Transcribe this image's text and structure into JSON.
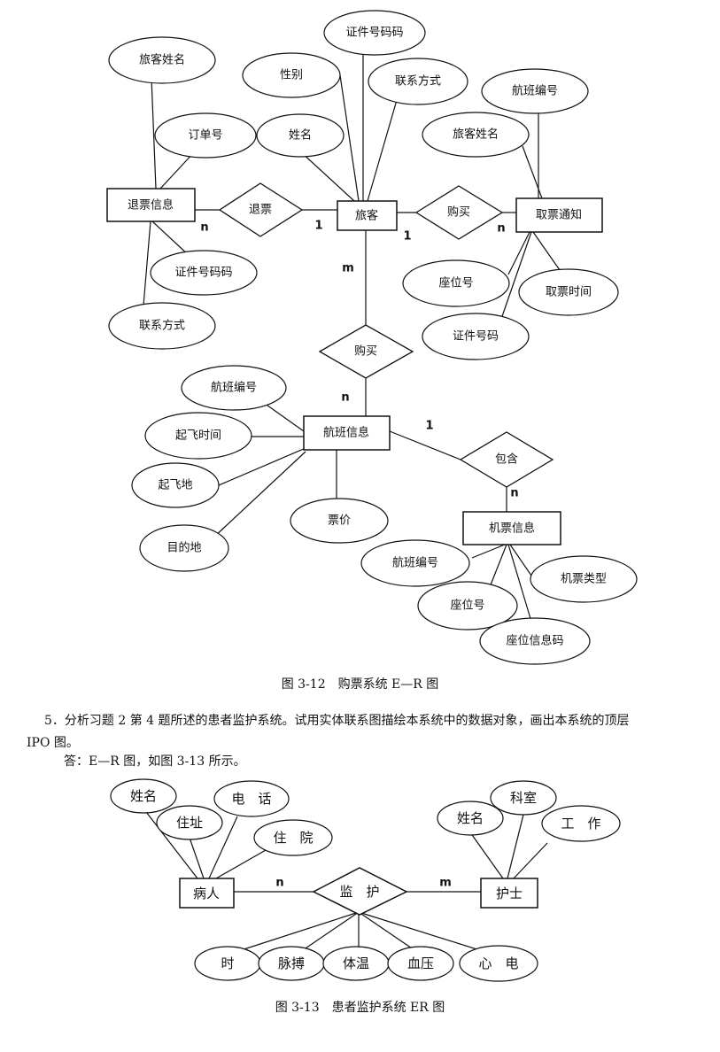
{
  "diagram1": {
    "caption": "图 3-12　购票系统 E—R 图",
    "entities": {
      "refund_info": "退票信息",
      "passenger": "旅客",
      "ticket_notice": "取票通知",
      "flight_info": "航班信息",
      "ticket_info": "机票信息"
    },
    "relationships": {
      "refund": "退票",
      "buy_top": "购买",
      "buy_mid": "购买",
      "contain": "包含"
    },
    "attributes": {
      "refund_passenger_name": "旅客姓名",
      "refund_order_no": "订单号",
      "refund_id_no": "证件号码码",
      "refund_contact": "联系方式",
      "passenger_id_no": "证件号码码",
      "passenger_gender": "性别",
      "passenger_contact": "联系方式",
      "passenger_name": "姓名",
      "notice_flight_no": "航班编号",
      "notice_passenger_name": "旅客姓名",
      "notice_seat_no": "座位号",
      "notice_pickup_time": "取票时间",
      "notice_id_no": "证件号码",
      "flight_flight_no": "航班编号",
      "flight_departure_time": "起飞时间",
      "flight_origin": "起飞地",
      "flight_destination": "目的地",
      "flight_price": "票价",
      "ticket_flight_no": "航班编号",
      "ticket_type": "机票类型",
      "ticket_seat_no": "座位号",
      "ticket_seat_info_code": "座位信息码"
    },
    "cardinalities": {
      "refund_n": "n",
      "refund_1": "1",
      "buy_top_1": "1",
      "buy_top_n": "n",
      "buy_mid_m": "m",
      "buy_mid_n": "n",
      "contain_1": "1",
      "contain_n": "n"
    }
  },
  "question": {
    "line1": "5．分析习题 2 第 4 题所述的患者监护系统。试用实体联系图描绘本系统中的数据对象，画出本系统的顶层",
    "line2": "IPO 图。",
    "answer": "答：E—R 图，如图 3-13 所示。"
  },
  "diagram2": {
    "caption": "图 3-13　患者监护系统 ER 图",
    "entities": {
      "patient": "病人",
      "nurse": "护士"
    },
    "relationships": {
      "monitor": "监　护"
    },
    "attributes": {
      "patient_name": "姓名",
      "patient_address": "住址",
      "patient_phone": "电　话",
      "patient_hospitalized": "住　院",
      "nurse_name": "姓名",
      "nurse_department": "科室",
      "nurse_work": "工　作",
      "time": "时",
      "pulse": "脉搏",
      "temperature": "体温",
      "blood_pressure": "血压",
      "ecg": "心　电"
    },
    "cardinalities": {
      "patient_n": "n",
      "nurse_m": "m"
    }
  }
}
